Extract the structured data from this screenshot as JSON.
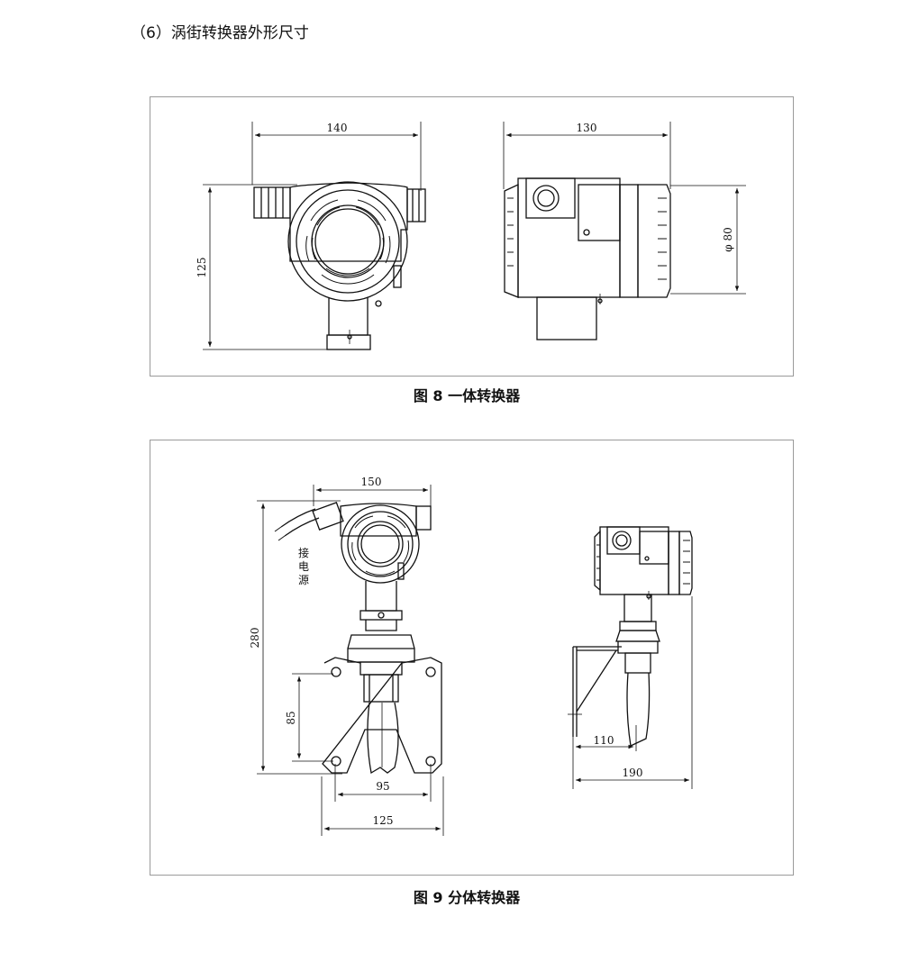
{
  "section_heading": "（6）涡街转换器外形尺寸",
  "figure8": {
    "caption": "图 8 一体转换器",
    "dims": {
      "front_width": "140",
      "front_height": "125",
      "side_width": "130",
      "side_diameter": "φ 80"
    }
  },
  "figure9": {
    "caption": "图 9 分体转换器",
    "dims": {
      "top_width": "150",
      "total_height": "280",
      "hole_vertical": "85",
      "hole_horizontal": "95",
      "plate_width": "125",
      "bracket_offset": "110",
      "overall_depth": "190"
    },
    "power_label": [
      "接",
      "电",
      "源"
    ]
  }
}
